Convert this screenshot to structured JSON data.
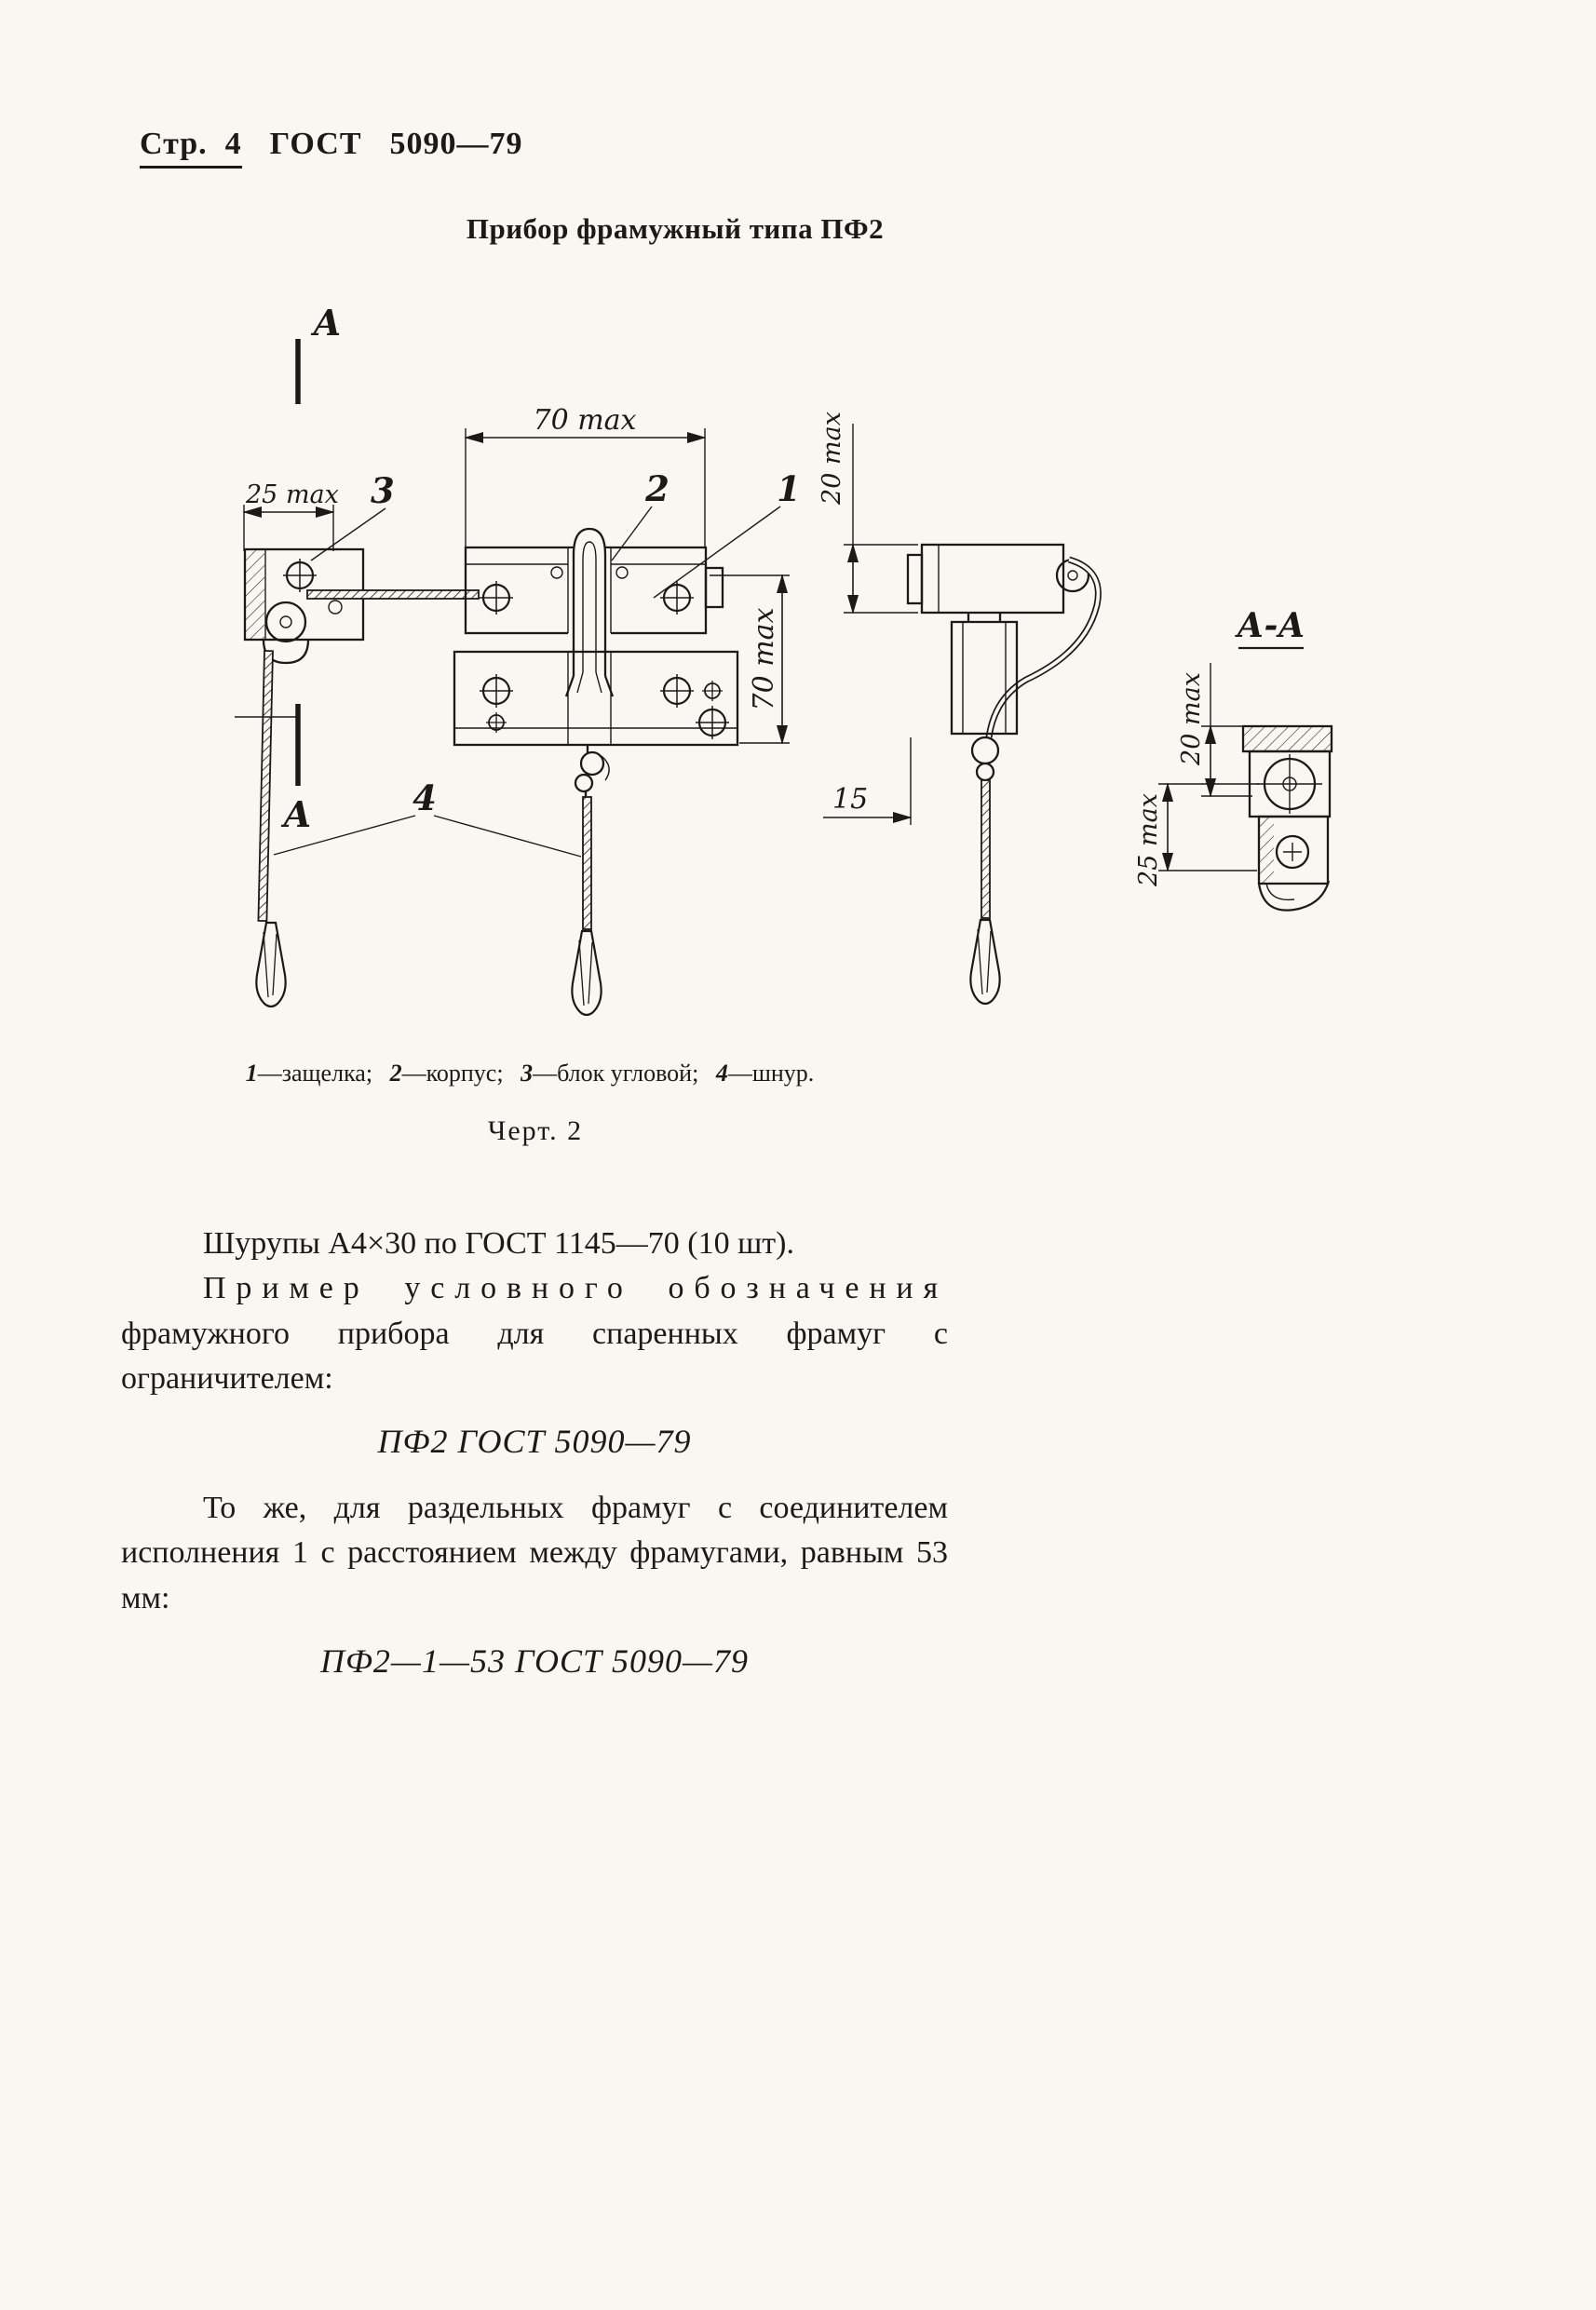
{
  "colors": {
    "paper": "#f9f7f1",
    "ink": "#1c1a17"
  },
  "page_header": {
    "page_label": "Стр.",
    "page_number": "4",
    "standard_label": "ГОСТ",
    "standard_number": "5090—79"
  },
  "figure": {
    "title": "Прибор фрамужный типа ПФ2",
    "drawing": {
      "section_letter": "А",
      "section_view_title": "А-А",
      "callouts": {
        "latch": "1",
        "body": "2",
        "corner_block": "3",
        "cord": "4"
      },
      "dims": {
        "d25_left": "25 max",
        "d70_top": "70 max",
        "d70_right": "70 max",
        "d20_side": "20 max",
        "d15": "15",
        "d20_section": "20 max",
        "d25_section": "25 max"
      }
    },
    "caption": {
      "items": [
        {
          "num": "1",
          "label": "—защелка;"
        },
        {
          "num": "2",
          "label": "—корпус;"
        },
        {
          "num": "3",
          "label": "—блок угловой;"
        },
        {
          "num": "4",
          "label": "—шнур."
        }
      ]
    },
    "figure_number": "Черт. 2"
  },
  "body": {
    "para_screws": "Шурупы А4×30 по ГОСТ 1145—70 (10 шт).",
    "para_example_spaced": "Пример условного обозначения",
    "para_example_rest": " фрамужного прибора для спаренных фрамуг с ограничителем:",
    "designation_1": "ПФ2 ГОСТ 5090—79",
    "para_same": "То же, для раздельных фрамуг с соединителем  исполнения 1 с расстоянием между фрамугами, равным 53 мм:",
    "designation_2": "ПФ2—1—53 ГОСТ 5090—79"
  }
}
